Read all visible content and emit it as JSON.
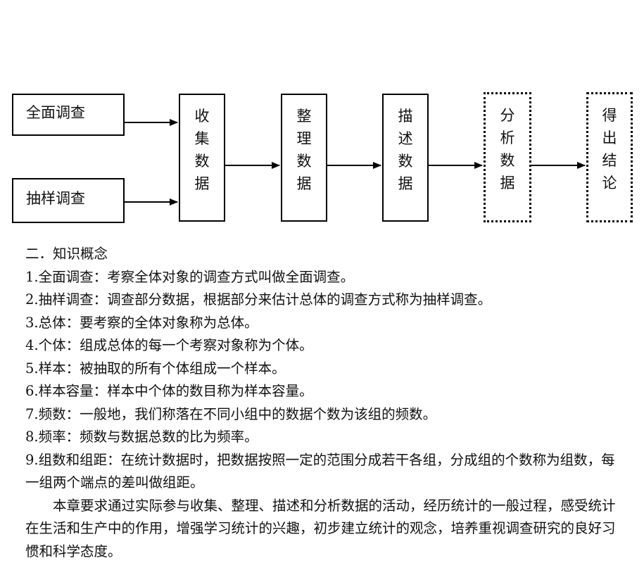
{
  "diagram": {
    "left_boxes": [
      {
        "id": "full",
        "label": "全面调查"
      },
      {
        "id": "sample",
        "label": "抽样调查"
      }
    ],
    "steps": [
      {
        "id": "collect",
        "chars": [
          "收",
          "集",
          "数",
          "据"
        ],
        "dotted": false
      },
      {
        "id": "organize",
        "chars": [
          "整",
          "理",
          "数",
          "据"
        ],
        "dotted": false
      },
      {
        "id": "describe",
        "chars": [
          "描",
          "述",
          "数",
          "据"
        ],
        "dotted": false
      },
      {
        "id": "analyze",
        "chars": [
          "分",
          "析",
          "数",
          "据"
        ],
        "dotted": true
      },
      {
        "id": "conclude",
        "chars": [
          "得",
          "出",
          "结",
          "论"
        ],
        "dotted": true
      }
    ]
  },
  "section": {
    "heading": "二．知识概念",
    "items": [
      "1.全面调查：考察全体对象的调查方式叫做全面调查。",
      "2.抽样调查：调查部分数据，根据部分来估计总体的调查方式称为抽样调查。",
      "3.总体：要考察的全体对象称为总体。",
      "4.个体：组成总体的每一个考察对象称为个体。",
      "5.样本：被抽取的所有个体组成一个样本。",
      "6.样本容量：样本中个体的数目称为样本容量。",
      "7.频数：一般地，我们称落在不同小组中的数据个数为该组的频数。",
      "8.频率：频数与数据总数的比为频率。",
      "9.组数和组距：在统计数据时，把数据按照一定的范围分成若干各组，分成组的个数称为组数，每一组两个端点的差叫做组距。"
    ],
    "summary": "本章要求通过实际参与收集、整理、描述和分析数据的活动，经历统计的一般过程，感受统计在生活和生产中的作用，增强学习统计的兴趣，初步建立统计的观念，培养重视调查研究的良好习惯和科学态度。"
  }
}
